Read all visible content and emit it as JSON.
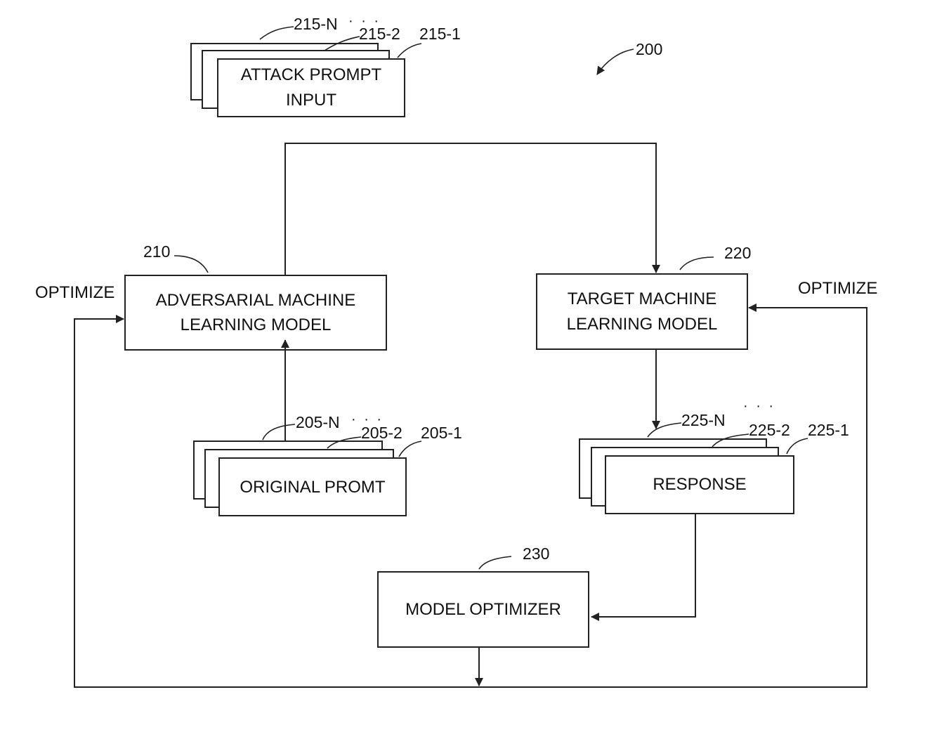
{
  "diagram": {
    "figure_ref": "200",
    "attack_prompts": {
      "label_line1": "ATTACK PROMPT",
      "label_line2": "INPUT",
      "refs": [
        "215-N",
        "215-2",
        "215-1"
      ],
      "ellipsis": "· · ·"
    },
    "adversarial_model": {
      "ref": "210",
      "label_line1": "ADVERSARIAL MACHINE",
      "label_line2": "LEARNING MODEL",
      "optimize_label": "OPTIMIZE"
    },
    "target_model": {
      "ref": "220",
      "label_line1": "TARGET MACHINE",
      "label_line2": "LEARNING MODEL",
      "optimize_label": "OPTIMIZE"
    },
    "original_prompts": {
      "label": "ORIGINAL PROMT",
      "refs": [
        "205-N",
        "205-2",
        "205-1"
      ],
      "ellipsis": "· · ·"
    },
    "responses": {
      "label": "RESPONSE",
      "refs": [
        "225-N",
        "225-2",
        "225-1"
      ],
      "ellipsis": "· · ·"
    },
    "model_optimizer": {
      "ref": "230",
      "label": "MODEL OPTIMIZER"
    }
  }
}
